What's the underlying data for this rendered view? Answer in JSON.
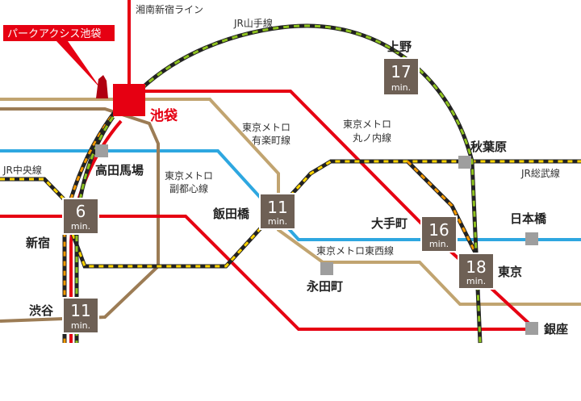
{
  "colors": {
    "yamanote": "#8fc31f",
    "shonan": "#e60012",
    "chuo": "#f39800",
    "sobu": "#ffd400",
    "marunouchi": "#e60012",
    "yurakucho": "#c1a470",
    "fukutoshin": "#9c7c55",
    "tozai": "#2ea7e0",
    "highlight": "#e60012",
    "time_box": "#6e6055",
    "station_marker": "#9e9e9e"
  },
  "property": {
    "name": "パークアクシス池袋",
    "station": "池袋"
  },
  "lines": {
    "shonan": "湘南新宿ライン",
    "yamanote": "JR山手線",
    "chuo": "JR中央線",
    "sobu": "JR総武線",
    "marunouchi": "東京メトロ\n丸ノ内線",
    "yurakucho": "東京メトロ\n有楽町線",
    "fukutoshin": "東京メトロ\n副都心線",
    "tozai": "東京メトロ東西線"
  },
  "stations": {
    "ueno": "上野",
    "akihabara": "秋葉原",
    "takadanobaba": "高田馬場",
    "iidabashi": "飯田橋",
    "otemachi": "大手町",
    "nihonbashi": "日本橋",
    "shinjuku": "新宿",
    "nagatacho": "永田町",
    "tokyo": "東京",
    "shibuya": "渋谷",
    "ginza": "銀座"
  },
  "times": {
    "unit": "min.",
    "ueno": "17",
    "shinjuku": "6",
    "iidabashi": "11",
    "otemachi": "16",
    "tokyo": "18",
    "shibuya": "11"
  }
}
